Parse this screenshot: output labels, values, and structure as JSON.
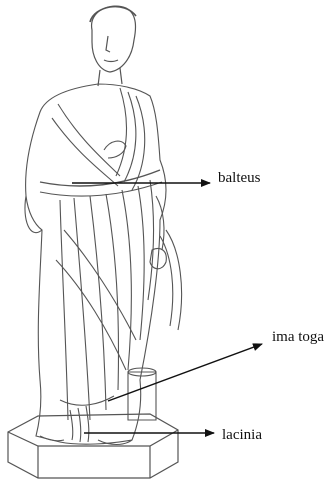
{
  "labels": {
    "balteus": "balteus",
    "ima_toga": "ima toga",
    "lacinia": "lacinia"
  },
  "colors": {
    "ink": "#111111",
    "line_art": "#555555",
    "background": "#ffffff"
  }
}
